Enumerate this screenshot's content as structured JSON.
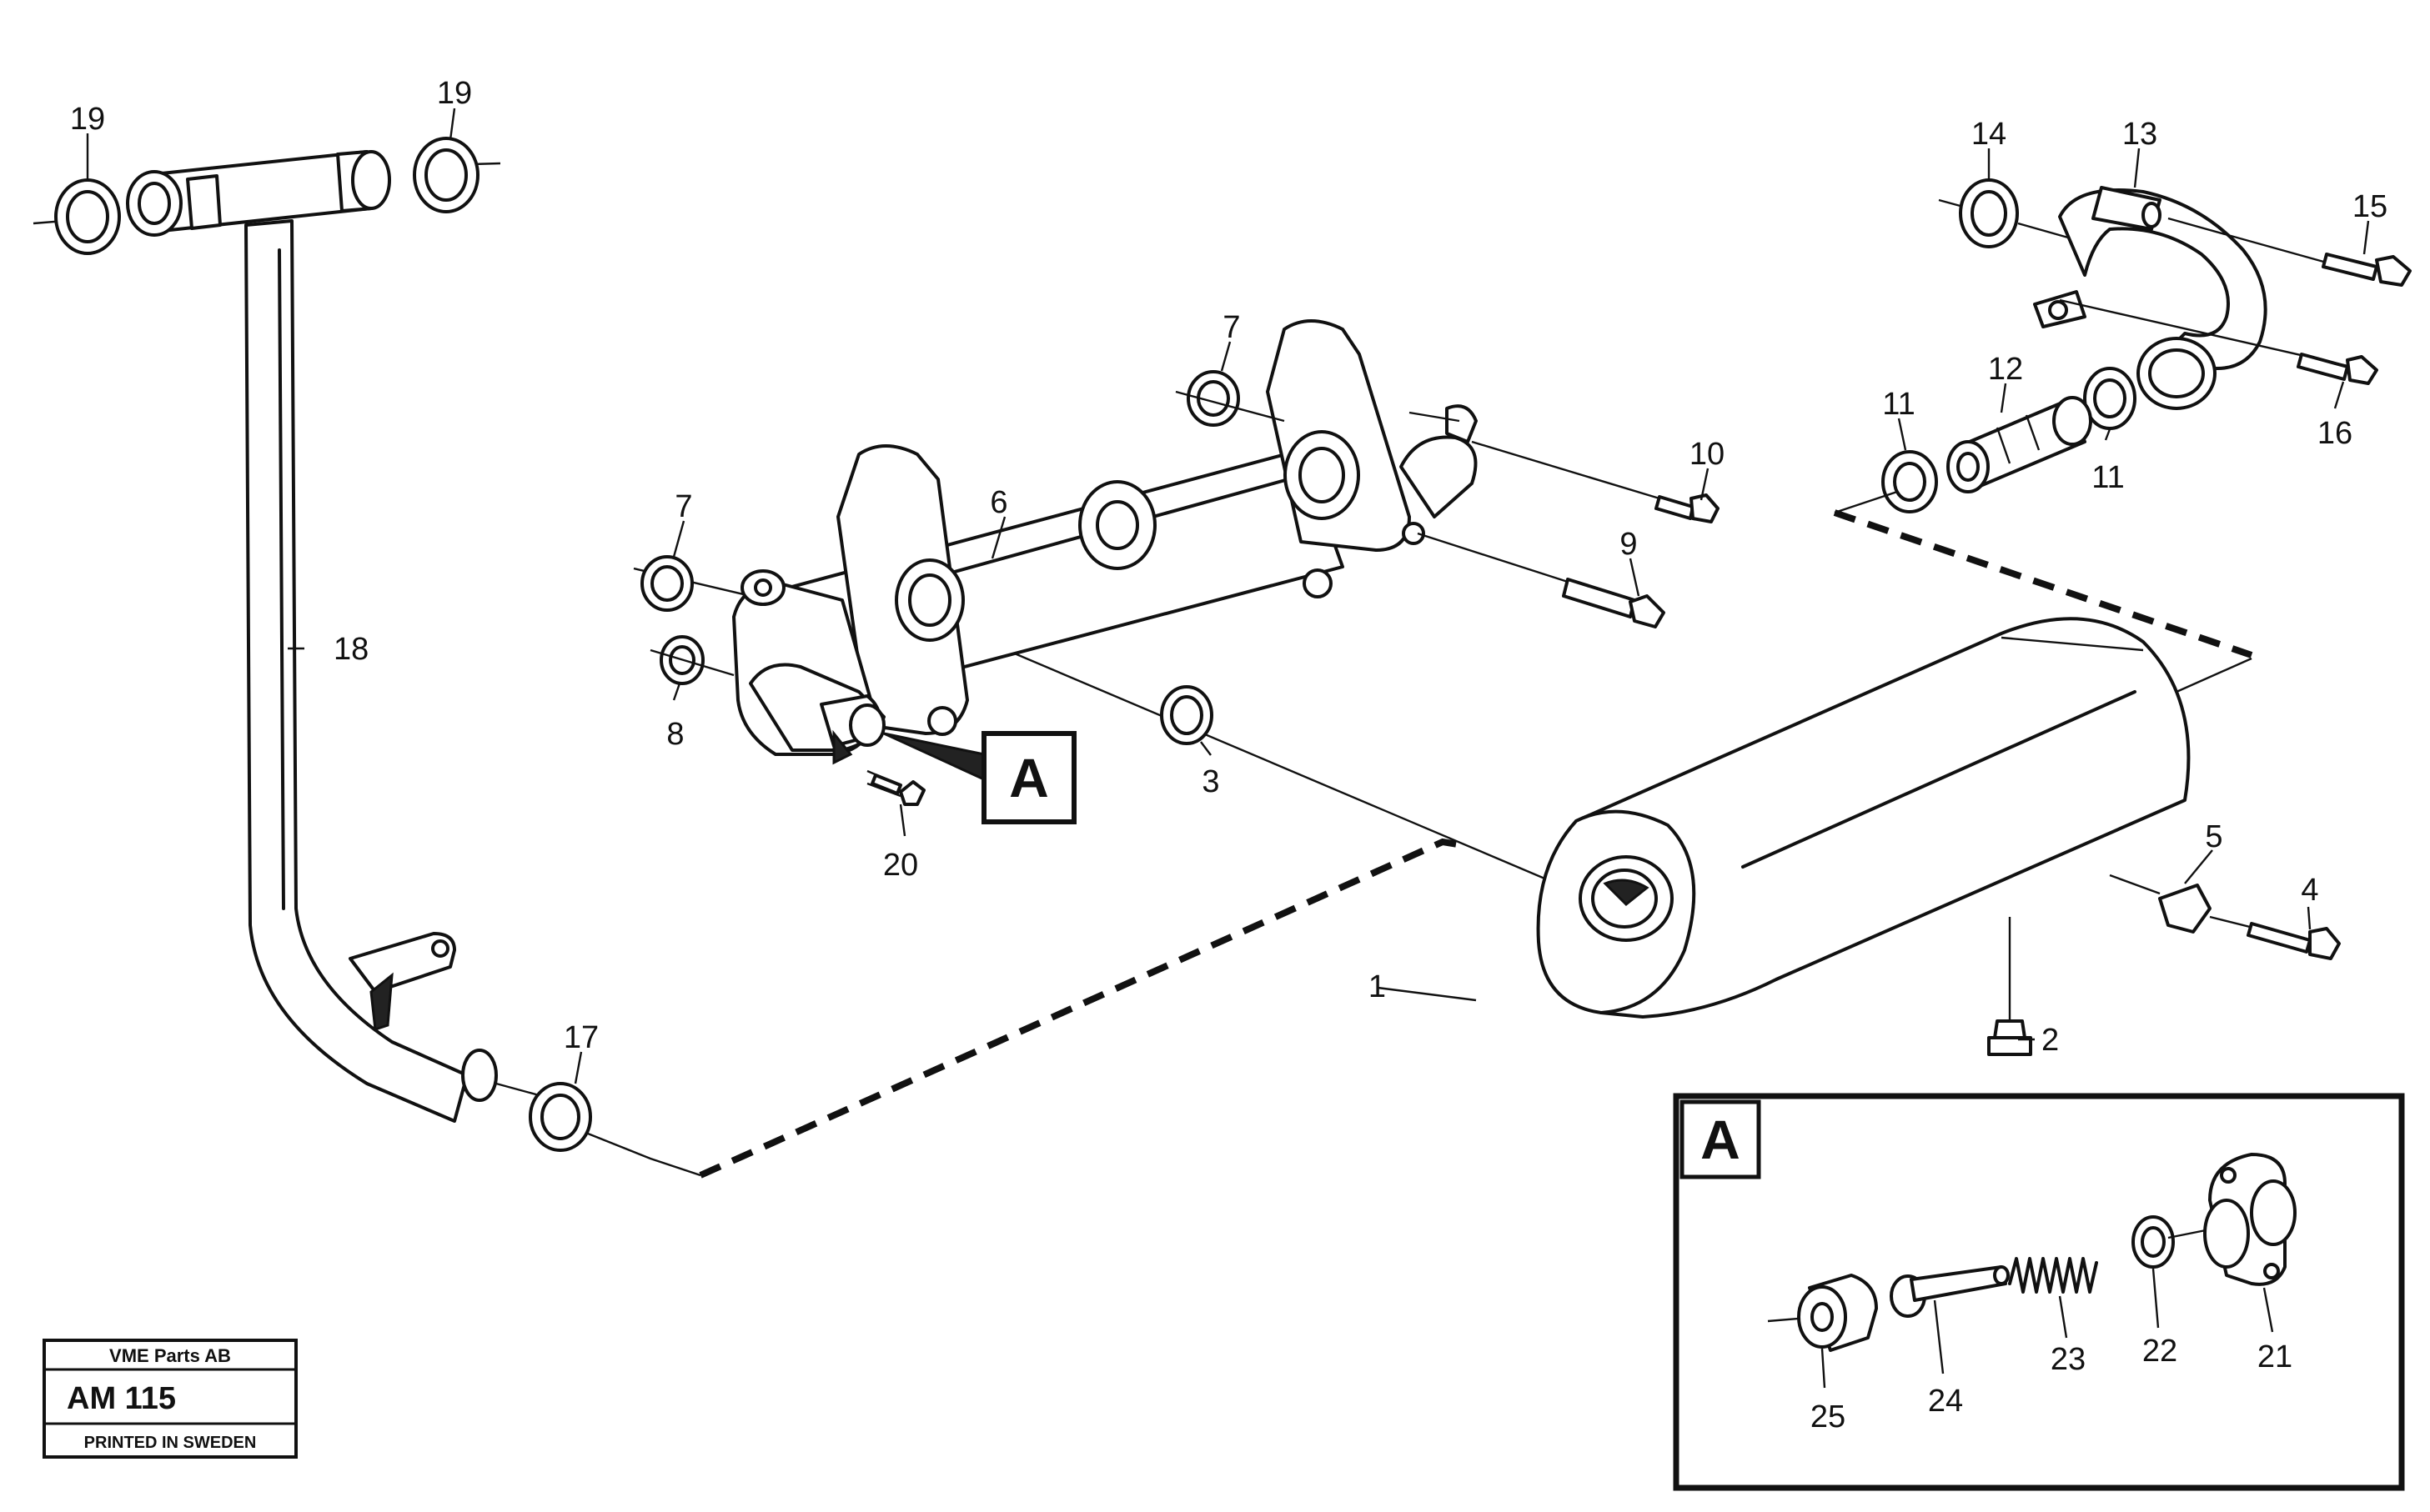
{
  "callouts": {
    "c1": "1",
    "c2": "2",
    "c3": "3",
    "c4": "4",
    "c5": "5",
    "c6": "6",
    "c7a": "7",
    "c7b": "7",
    "c8": "8",
    "c9": "9",
    "c10": "10",
    "c11a": "11",
    "c11b": "11",
    "c12": "12",
    "c13": "13",
    "c14": "14",
    "c15": "15",
    "c16": "16",
    "c17": "17",
    "c18": "18",
    "c19a": "19",
    "c19b": "19",
    "c20": "20",
    "c21": "21",
    "c22": "22",
    "c23": "23",
    "c24": "24",
    "c25": "25"
  },
  "detail": {
    "marker": "A",
    "inset_label": "A"
  },
  "stamp": {
    "company": "VME Parts AB",
    "code": "AM 115",
    "printed": "PRINTED IN SWEDEN"
  }
}
